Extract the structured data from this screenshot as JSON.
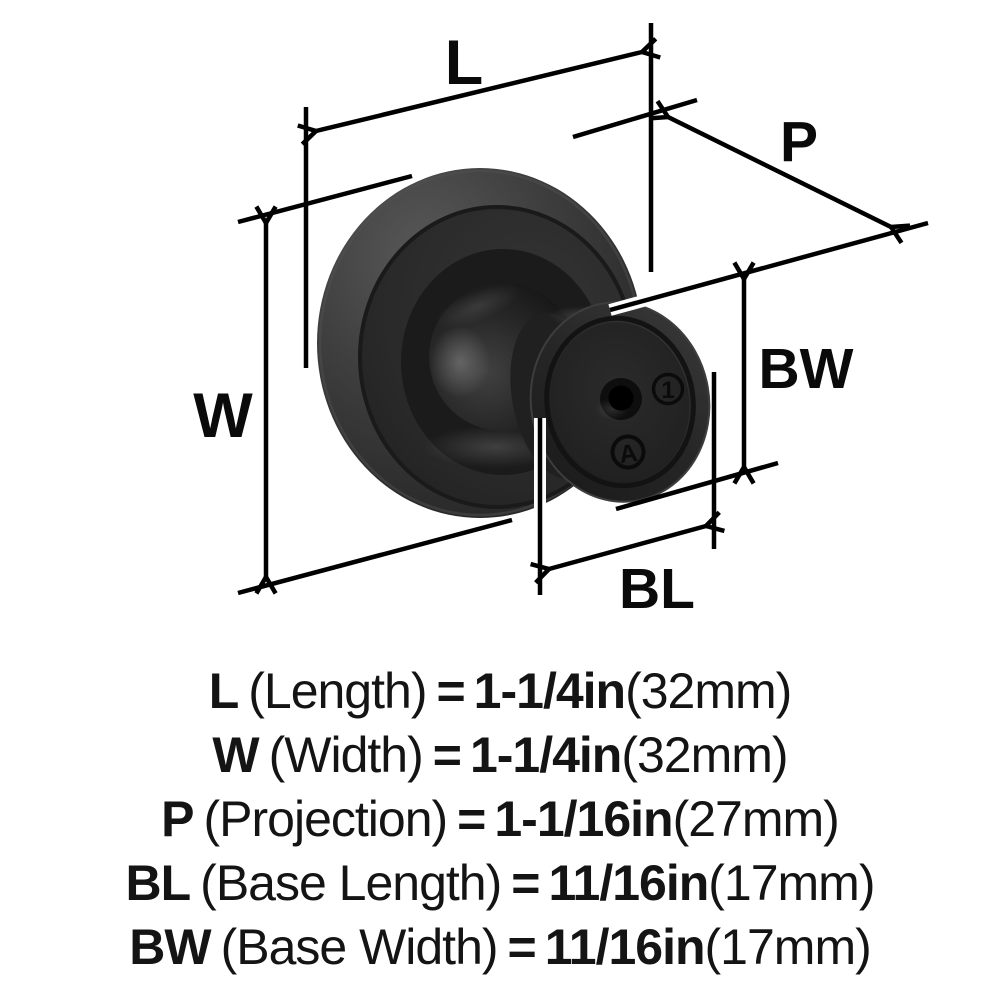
{
  "page": {
    "background": "#ffffff",
    "line_color": "#000000",
    "text_color": "#141414"
  },
  "diagram": {
    "labels": {
      "length": "L",
      "width": "W",
      "projection": "P",
      "base_length": "BL",
      "base_width": "BW"
    }
  },
  "knob": {
    "stamp_number": "1",
    "stamp_logo": "A",
    "body_color": "#2e2e2e",
    "shadow_color": "#161616",
    "highlight_color": "#555555"
  },
  "specs": [
    {
      "symbol": "L",
      "name": "(Length)",
      "equals": "=",
      "value": "1-1/4in",
      "metric": "(32mm)"
    },
    {
      "symbol": "W",
      "name": "(Width)",
      "equals": "=",
      "value": "1-1/4in",
      "metric": "(32mm)"
    },
    {
      "symbol": "P",
      "name": "(Projection)",
      "equals": "=",
      "value": "1-1/16in",
      "metric": "(27mm)"
    },
    {
      "symbol": "BL",
      "name": "(Base Length)",
      "equals": "=",
      "value": "11/16in",
      "metric": "(17mm)"
    },
    {
      "symbol": "BW",
      "name": "(Base Width)",
      "equals": "=",
      "value": "11/16in",
      "metric": "(17mm)"
    }
  ]
}
